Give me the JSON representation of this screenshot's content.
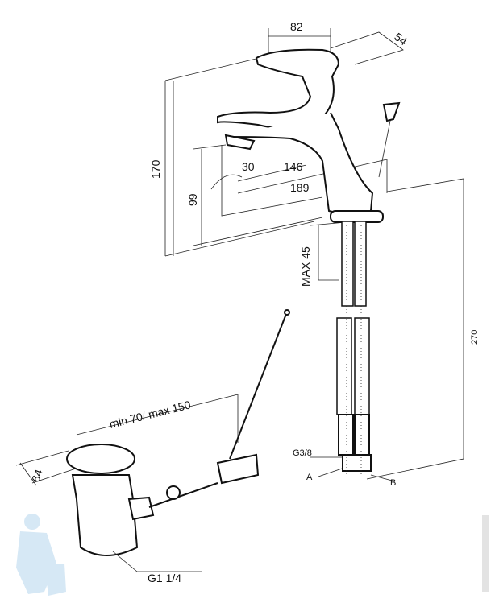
{
  "dimensions": {
    "width_top": "82",
    "depth_top": "54",
    "height_total": "170",
    "spout_height": "99",
    "spout_angle": "30",
    "spout_reach_146": "146",
    "spout_reach_189": "189",
    "max_deck": "MAX 45",
    "hose_length": "270",
    "thread_hose": "G3/8",
    "point_a": "A",
    "point_b": "B",
    "rod_range": "min 70/ max 150",
    "waste_diameter": "64",
    "waste_thread": "G1 1/4"
  },
  "colors": {
    "line": "#111111",
    "watermark": "#cfe3f3"
  }
}
